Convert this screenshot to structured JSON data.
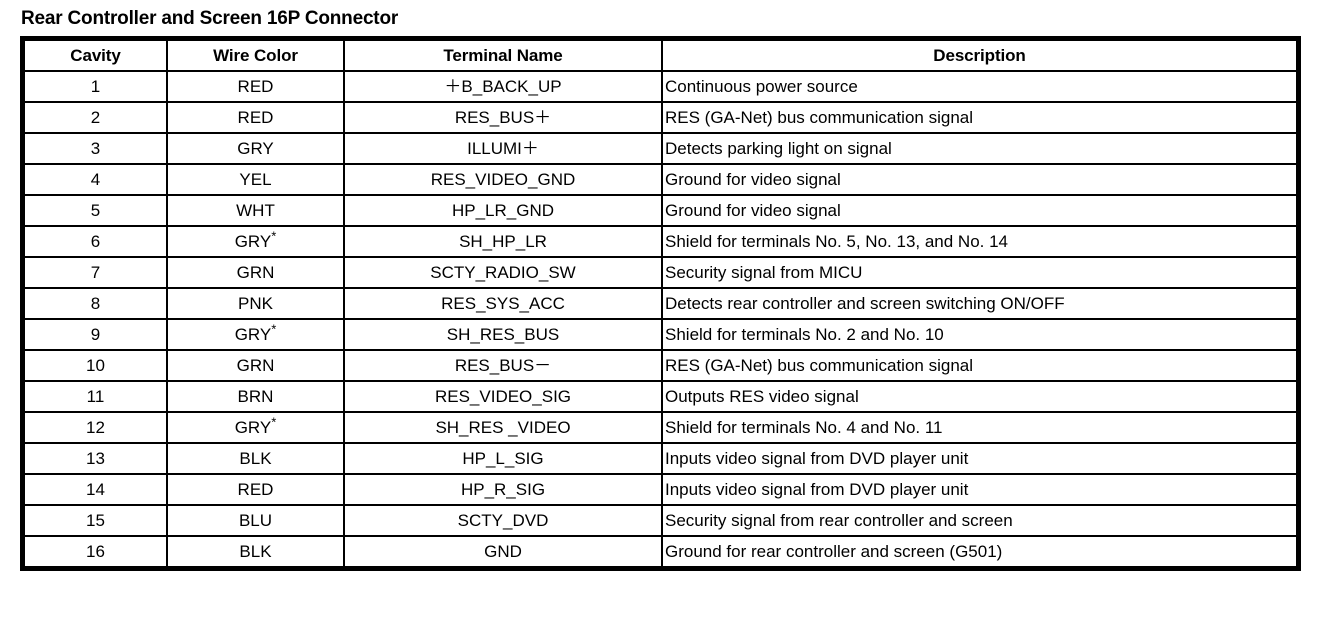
{
  "document": {
    "title": "Rear Controller and Screen 16P Connector"
  },
  "table": {
    "columns": [
      {
        "key": "cavity",
        "label": "Cavity"
      },
      {
        "key": "wire_color",
        "label": "Wire Color"
      },
      {
        "key": "terminal_name",
        "label": "Terminal Name"
      },
      {
        "key": "description",
        "label": "Description"
      }
    ],
    "rows": [
      {
        "cavity": "1",
        "wire_color": "RED",
        "wire_color_note": "",
        "terminal_name": "＋B_BACK_UP",
        "description": "Continuous power source"
      },
      {
        "cavity": "2",
        "wire_color": "RED",
        "wire_color_note": "",
        "terminal_name": "RES_BUS＋",
        "description": "RES (GA-Net) bus communication signal"
      },
      {
        "cavity": "3",
        "wire_color": "GRY",
        "wire_color_note": "",
        "terminal_name": "ILLUMI＋",
        "description": "Detects parking light on signal"
      },
      {
        "cavity": "4",
        "wire_color": "YEL",
        "wire_color_note": "",
        "terminal_name": "RES_VIDEO_GND",
        "description": "Ground for video signal"
      },
      {
        "cavity": "5",
        "wire_color": "WHT",
        "wire_color_note": "",
        "terminal_name": "HP_LR_GND",
        "description": "Ground for video signal"
      },
      {
        "cavity": "6",
        "wire_color": "GRY",
        "wire_color_note": "*",
        "terminal_name": "SH_HP_LR",
        "description": "Shield for terminals No. 5, No. 13, and No. 14"
      },
      {
        "cavity": "7",
        "wire_color": "GRN",
        "wire_color_note": "",
        "terminal_name": "SCTY_RADIO_SW",
        "description": "Security signal from MICU"
      },
      {
        "cavity": "8",
        "wire_color": "PNK",
        "wire_color_note": "",
        "terminal_name": "RES_SYS_ACC",
        "description": "Detects rear controller and screen switching ON/OFF"
      },
      {
        "cavity": "9",
        "wire_color": "GRY",
        "wire_color_note": "*",
        "terminal_name": "SH_RES_BUS",
        "description": "Shield for terminals No. 2 and No. 10"
      },
      {
        "cavity": "10",
        "wire_color": "GRN",
        "wire_color_note": "",
        "terminal_name": "RES_BUS－",
        "description": "RES (GA-Net) bus communication signal"
      },
      {
        "cavity": "11",
        "wire_color": "BRN",
        "wire_color_note": "",
        "terminal_name": "RES_VIDEO_SIG",
        "description": "Outputs RES video signal"
      },
      {
        "cavity": "12",
        "wire_color": "GRY",
        "wire_color_note": "*",
        "terminal_name": "SH_RES _VIDEO",
        "description": "Shield for terminals No. 4 and No. 11"
      },
      {
        "cavity": "13",
        "wire_color": "BLK",
        "wire_color_note": "",
        "terminal_name": "HP_L_SIG",
        "description": "Inputs video signal from DVD player unit"
      },
      {
        "cavity": "14",
        "wire_color": "RED",
        "wire_color_note": "",
        "terminal_name": "HP_R_SIG",
        "description": "Inputs video signal from DVD player unit"
      },
      {
        "cavity": "15",
        "wire_color": "BLU",
        "wire_color_note": "",
        "terminal_name": "SCTY_DVD",
        "description": "Security signal from rear controller and screen"
      },
      {
        "cavity": "16",
        "wire_color": "BLK",
        "wire_color_note": "",
        "terminal_name": "GND",
        "description": "Ground for rear controller and screen (G501)"
      }
    ]
  },
  "colors": {
    "background": "#ffffff",
    "text": "#000000",
    "border": "#000000"
  }
}
